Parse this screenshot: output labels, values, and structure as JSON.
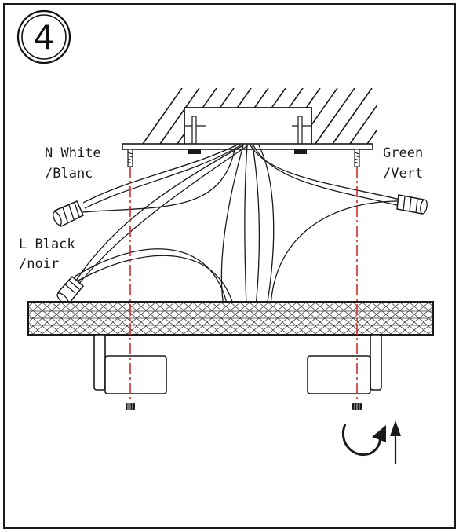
{
  "step": {
    "number": "4"
  },
  "labels": {
    "neutral_line1": "N White",
    "neutral_line2": "/Blanc",
    "ground_line1": "Green",
    "ground_line2": "/Vert",
    "live_line1": "L Black",
    "live_line2": "/noir"
  },
  "colors": {
    "line": "#1a1a1a",
    "guide": "#d42a2a",
    "background": "#ffffff"
  },
  "icons": {
    "rotate": "rotate-clockwise-arrow-icon",
    "push": "arrow-up-icon"
  }
}
